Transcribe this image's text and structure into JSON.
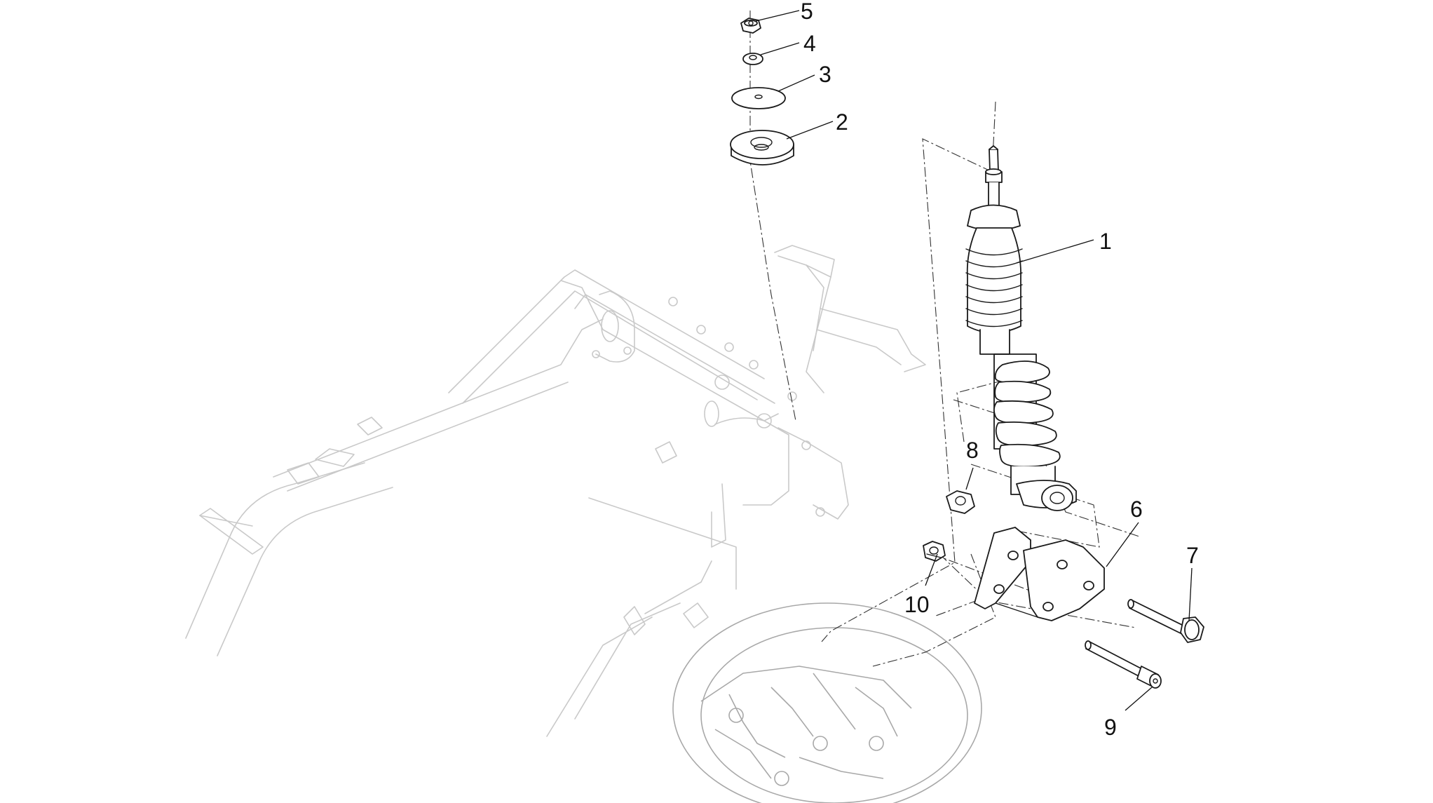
{
  "diagram": {
    "callouts": [
      {
        "id": "1",
        "label": "1"
      },
      {
        "id": "2",
        "label": "2"
      },
      {
        "id": "3",
        "label": "3"
      },
      {
        "id": "4",
        "label": "4"
      },
      {
        "id": "5",
        "label": "5"
      },
      {
        "id": "6",
        "label": "6"
      },
      {
        "id": "7",
        "label": "7"
      },
      {
        "id": "8",
        "label": "8"
      },
      {
        "id": "9",
        "label": "9"
      },
      {
        "id": "10",
        "label": "10"
      }
    ]
  },
  "colors": {
    "part_outline": "#1a1a1a",
    "frame_outline": "#c9c9c9",
    "background": "#ffffff"
  }
}
